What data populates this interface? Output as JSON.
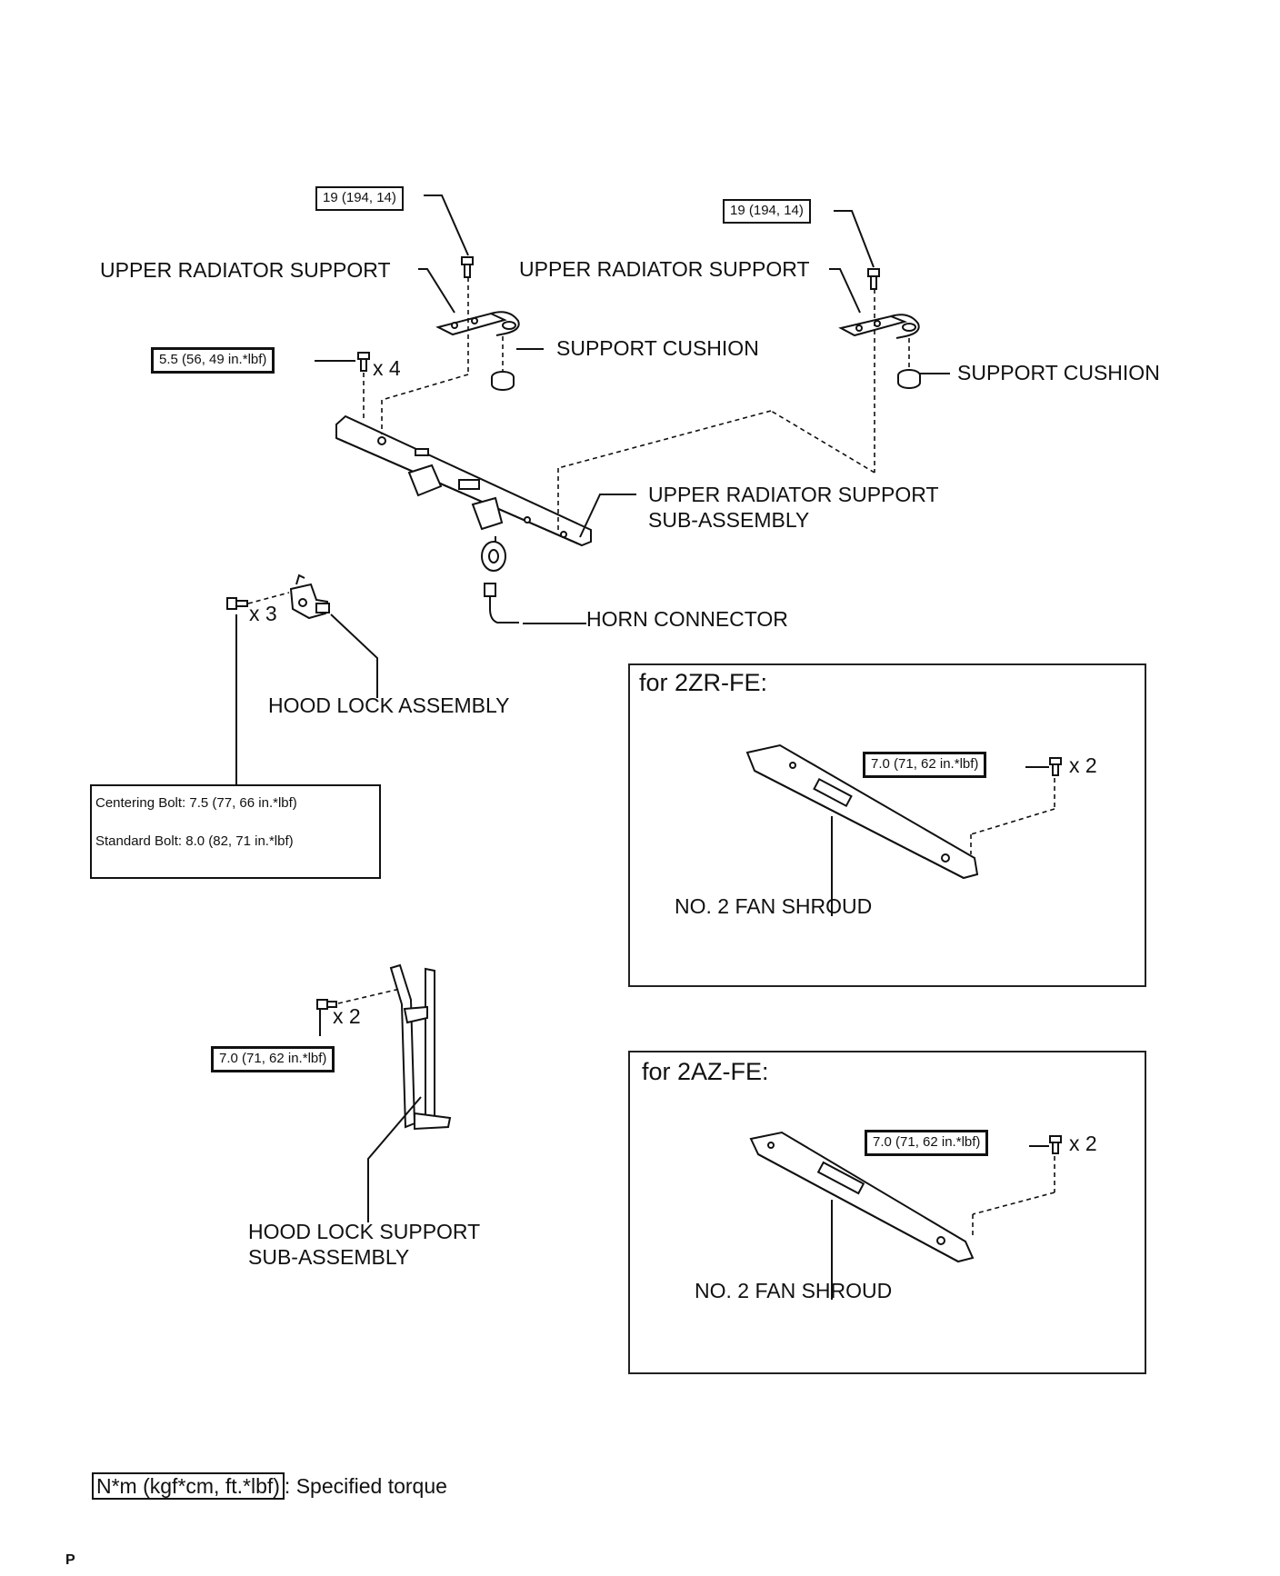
{
  "torque_boxes": {
    "upper_support_left_bolt": "19 (194, 14)",
    "upper_support_right_bolt": "19 (194, 14)",
    "upper_support_sub_bolts": "5.5 (56, 49 in.*lbf)",
    "hood_lock_bolts": {
      "centering": "Centering Bolt: 7.5 (77, 66 in.*lbf)",
      "standard": "Standard Bolt: 8.0 (82, 71 in.*lbf)"
    },
    "hood_lock_support_bolts": "7.0 (71, 62 in.*lbf)",
    "fan_shroud_2zr_bolts": "7.0 (71, 62 in.*lbf)",
    "fan_shroud_2az_bolts": "7.0 (71, 62 in.*lbf)"
  },
  "quantities": {
    "upper_support_sub": "x 4",
    "hood_lock": "x 3",
    "hood_lock_support": "x 2",
    "fan_shroud_2zr": "x 2",
    "fan_shroud_2az": "x 2"
  },
  "labels": {
    "upper_radiator_support_left": "UPPER RADIATOR SUPPORT",
    "upper_radiator_support_right": "UPPER RADIATOR SUPPORT",
    "support_cushion_left": "SUPPORT CUSHION",
    "support_cushion_right": "SUPPORT CUSHION",
    "upper_radiator_support_sub_line1": "UPPER RADIATOR SUPPORT",
    "upper_radiator_support_sub_line2": "SUB-ASSEMBLY",
    "horn_connector": "HORN CONNECTOR",
    "hood_lock_assembly": "HOOD LOCK ASSEMBLY",
    "hood_lock_support_line1": "HOOD LOCK SUPPORT",
    "hood_lock_support_line2": "SUB-ASSEMBLY",
    "fan_shroud_2zr": "NO. 2 FAN SHROUD",
    "fan_shroud_2az": "NO. 2 FAN SHROUD"
  },
  "frames": {
    "engine_2zr": "for 2ZR-FE:",
    "engine_2az": "for 2AZ-FE:"
  },
  "legend": {
    "unit": "N*m (kgf*cm, ft.*lbf)",
    "text": ": Specified torque"
  },
  "page_marker": "P"
}
